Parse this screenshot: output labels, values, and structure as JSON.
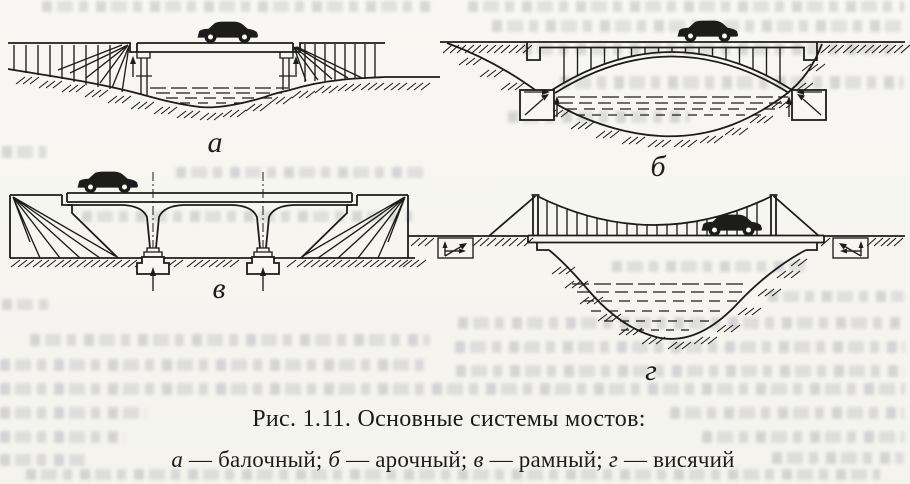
{
  "figure": {
    "caption_title": "Рис. 1.11. Основные системы мостов:",
    "legend": [
      {
        "key": "а",
        "text": " — балочный; "
      },
      {
        "key": "б",
        "text": " — арочный; "
      },
      {
        "key": "в",
        "text": " — рамный; "
      },
      {
        "key": "г",
        "text": " — висячий"
      }
    ],
    "diagrams": {
      "beam": {
        "label": "а",
        "type": "балочный"
      },
      "arch": {
        "label": "б",
        "type": "арочный"
      },
      "frame": {
        "label": "в",
        "type": "рамный"
      },
      "suspension": {
        "label": "г",
        "type": "висячий"
      }
    }
  },
  "colors": {
    "ink": "#1c1c1c",
    "paper": "#f7f6f2",
    "bleed_text": "#7a828d"
  }
}
